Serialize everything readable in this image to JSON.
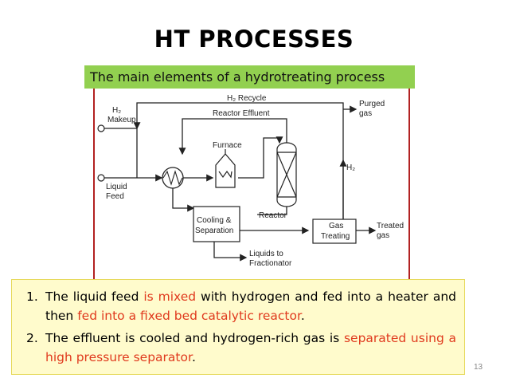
{
  "title": "HT PROCESSES",
  "subtitle": "The main elements of a hydrotreating process",
  "diagram": {
    "h2_recycle": "H₂ Recycle",
    "reactor_effluent": "Reactor Effluent",
    "purged_gas_1": "Purged",
    "purged_gas_2": "gas",
    "h2_makeup_1": "H₂",
    "h2_makeup_2": "Makeup",
    "liquid_feed_1": "Liquid",
    "liquid_feed_2": "Feed",
    "furnace": "Furnace",
    "reactor": "Reactor",
    "h2_side": "H₂",
    "cooling_1": "Cooling &",
    "cooling_2": "Separation",
    "gas_treating_1": "Gas",
    "gas_treating_2": "Treating",
    "treated_gas_1": "Treated",
    "treated_gas_2": "gas",
    "liquids_1": "Liquids to",
    "liquids_2": "Fractionator"
  },
  "points": [
    {
      "num": "1.",
      "t1": "The liquid feed ",
      "r1": "is mixed",
      "t2": " with hydrogen and fed into a heater and then ",
      "r2": "fed into a fixed bed catalytic reactor",
      "t3": "."
    },
    {
      "num": "2.",
      "t1": "The effluent is cooled and hydrogen-rich gas is ",
      "r1": "separated using a high pressure separator",
      "t2": "."
    }
  ],
  "page_number": "13",
  "colors": {
    "highlight_green": "#92d050",
    "note_background": "#fffbcc",
    "emphasis_red": "#e03a1e",
    "frame_red": "#b22222"
  }
}
